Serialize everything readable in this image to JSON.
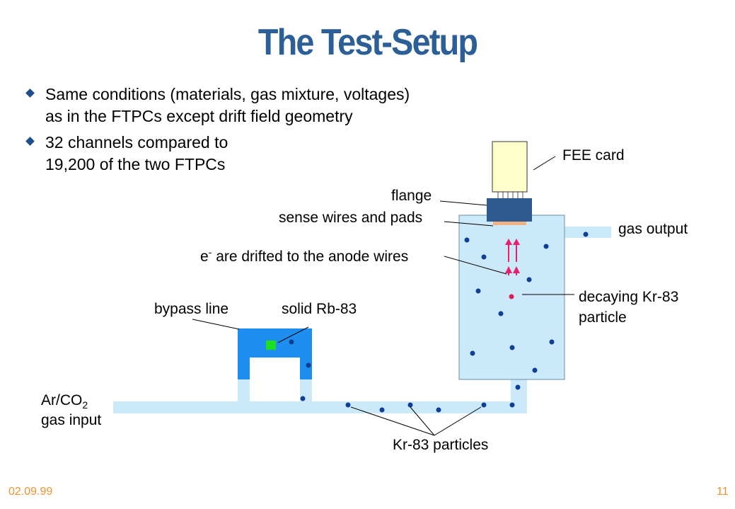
{
  "slide": {
    "title": "The Test-Setup",
    "bullets": [
      {
        "line1": "Same conditions (materials, gas mixture, voltages)",
        "line2": "as in the FTPCs except drift field geometry"
      },
      {
        "line1": "32 channels compared to",
        "line2": "19,200 of the two FTPCs"
      }
    ],
    "footer_date": "02.09.99",
    "page_number": "11"
  },
  "diagram": {
    "labels": {
      "fee_card": "FEE card",
      "flange": "flange",
      "sense_wires": "sense wires and pads",
      "gas_output": "gas output",
      "drift_e": "e",
      "drift_sup": "-",
      "drift_rest": " are drifted to the anode wires",
      "decaying_line1": "decaying Kr-83",
      "decaying_line2": "particle",
      "bypass_line": "bypass line",
      "solid_rb": "solid Rb-83",
      "gas_input_ar": "Ar/CO",
      "gas_input_sub": "2",
      "gas_input_line2": "gas input",
      "kr_particles": "Kr-83 particles"
    },
    "colors": {
      "pipe": "#cce9fa",
      "chamber": "#cce9fa",
      "bypass_block": "#1e8ef0",
      "rb_source": "#1fdd1f",
      "particle": "#0f3f95",
      "flange": "#2d5a8e",
      "fee_card": "#ffffcc",
      "anode_arrows": "#e8206b"
    }
  }
}
